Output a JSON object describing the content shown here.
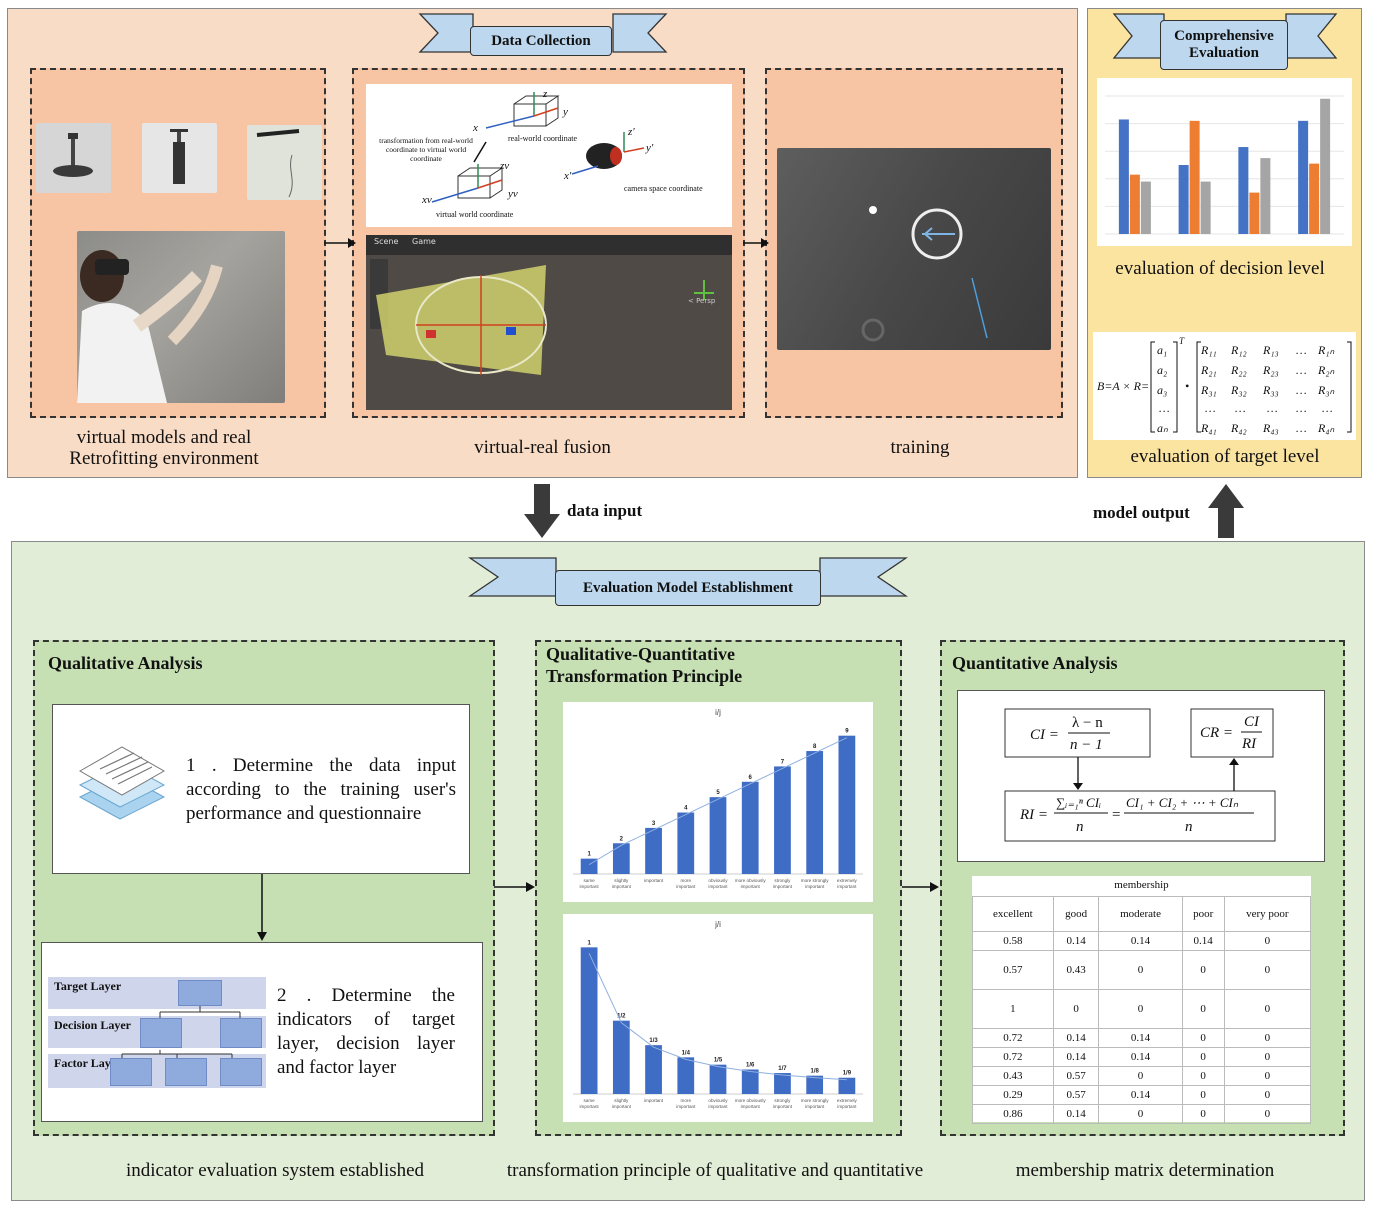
{
  "data_collection": {
    "title": "Data Collection",
    "captions": {
      "models": "virtual models and real Retrofitting environment",
      "fusion": "virtual-real fusion",
      "training": "training"
    },
    "coordinate_diagram": {
      "real_world": "real-world coordinate",
      "virtual_world": "virtual world coordinate",
      "camera_space": "camera space coordinate",
      "transformation": "transformation from real-world coordinate to virtual world coordinate",
      "axes": {
        "x": "x",
        "y": "y",
        "z": "z",
        "xv": "xv",
        "yv": "yv",
        "zv": "zv",
        "xp": "x'",
        "yp": "y'",
        "zp": "z'"
      }
    },
    "unity_tabs": {
      "scene": "Scene",
      "game": "Game",
      "persp": "< Persp"
    }
  },
  "comprehensive_evaluation": {
    "title": "Comprehensive Evaluation",
    "decision_caption": "evaluation of decision level",
    "target_caption": "evaluation of target level",
    "decision_chart_colors": [
      "#4472c4",
      "#ed7d31",
      "#a5a5a5"
    ],
    "decision_chart_values": [
      [
        0.83,
        0.43,
        0.38
      ],
      [
        0.5,
        0.82,
        0.38
      ],
      [
        0.63,
        0.3,
        0.55
      ],
      [
        0.82,
        0.51,
        0.98
      ]
    ]
  },
  "arrows": {
    "data_input": "data input",
    "model_output": "model output"
  },
  "model": {
    "title": "Evaluation Model Establishment",
    "qualitative": {
      "title": "Qualitative Analysis",
      "step1": "1 . Determine the data input according to the training user's performance and questionnaire",
      "step2": "2 . Determine the indicators of target layer, decision layer and factor layer",
      "layers": [
        "Target Layer",
        "Decision Layer",
        "Factor Layer"
      ],
      "caption": "indicator evaluation system established"
    },
    "transformation": {
      "title": "Qualitative-Quantitative Transformation Principle",
      "caption": "transformation principle of qualitative and quantitative",
      "chart_ij_title": "i/j",
      "chart_ji_title": "j/i"
    },
    "quantitative": {
      "title": "Quantitative Analysis",
      "caption": "membership matrix determination",
      "table_title": "membership",
      "headers": [
        "excellent",
        "good",
        "moderate",
        "poor",
        "very poor"
      ],
      "rows": [
        [
          "0.58",
          "0.14",
          "0.14",
          "0.14",
          "0"
        ],
        [
          "0.57",
          "0.43",
          "0",
          "0",
          "0"
        ],
        [
          "1",
          "0",
          "0",
          "0",
          "0"
        ],
        [
          "0.72",
          "0.14",
          "0.14",
          "0",
          "0"
        ],
        [
          "0.72",
          "0.14",
          "0.14",
          "0",
          "0"
        ],
        [
          "0.43",
          "0.57",
          "0",
          "0",
          "0"
        ],
        [
          "0.29",
          "0.57",
          "0.14",
          "0",
          "0"
        ],
        [
          "0.86",
          "0.14",
          "0",
          "0",
          "0"
        ]
      ]
    }
  },
  "chart_data": [
    {
      "type": "bar",
      "title": "i/j",
      "categories": [
        "same important",
        "slightly important",
        "important",
        "more important",
        "obviously important",
        "more obviously important",
        "strongly important",
        "more strongly important",
        "extremely important"
      ],
      "values": [
        1,
        2,
        3,
        4,
        5,
        6,
        7,
        8,
        9
      ],
      "labels": [
        "1",
        "2",
        "3",
        "4",
        "5",
        "6",
        "7",
        "8",
        "9"
      ],
      "ylim": [
        0,
        9.5
      ]
    },
    {
      "type": "bar",
      "title": "j/i",
      "categories": [
        "same important",
        "slightly important",
        "important",
        "more important",
        "obviously important",
        "more obviously important",
        "strongly important",
        "more strongly important",
        "extremely important"
      ],
      "values": [
        1,
        0.5,
        0.333,
        0.25,
        0.2,
        0.167,
        0.143,
        0.125,
        0.111
      ],
      "labels": [
        "1",
        "1/2",
        "1/3",
        "1/4",
        "1/5",
        "1/6",
        "1/7",
        "1/8",
        "1/9"
      ],
      "ylim": [
        0,
        1.05
      ]
    }
  ]
}
